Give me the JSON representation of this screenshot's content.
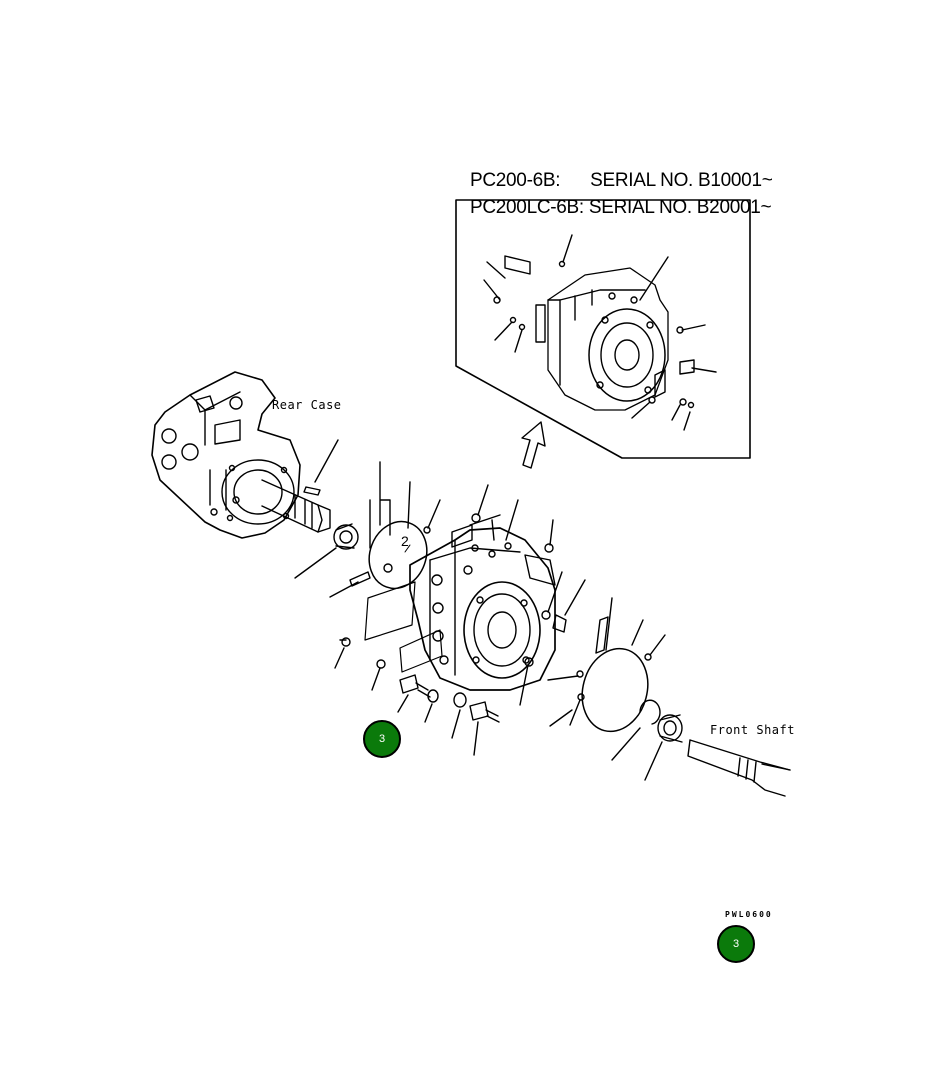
{
  "serials": {
    "line1_model": "PC200-6B:",
    "line1_serial": "SERIAL NO. B10001~",
    "line2_model": "PC200LC-6B:",
    "line2_serial": "SERIAL NO. B20001~"
  },
  "labels": {
    "rear_case": "Rear Case",
    "front_shaft": "Front Shaft",
    "callout_two": "2",
    "drawing_code": "PWL0600"
  },
  "hotspots": [
    {
      "label": "3",
      "color": "#0b7a0b"
    },
    {
      "label": "3",
      "color": "#0b7a0b"
    }
  ]
}
